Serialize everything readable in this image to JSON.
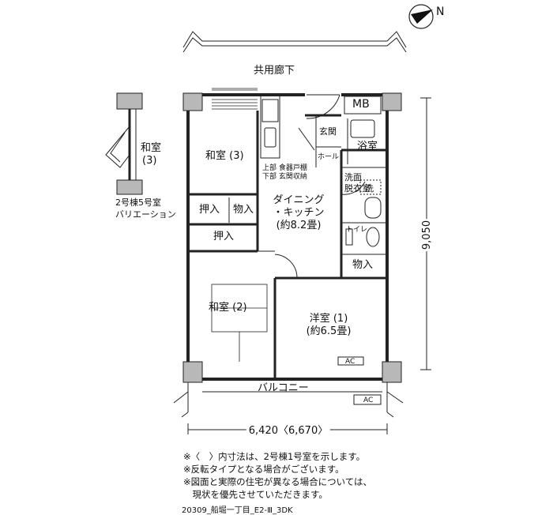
{
  "compass": {
    "label": "N"
  },
  "corridor": {
    "label": "共用廊下"
  },
  "rooms": {
    "mb": "MB",
    "washitsu3": "和室 (3)",
    "genkan": "玄関",
    "hall": "ホール",
    "yokushitsu": "浴室",
    "shelf_line1": "上部 食器戸棚",
    "shelf_line2": "下部 玄関収納",
    "senmen_line1": "洗面",
    "senmen_line2": "脱衣室",
    "sen": "洗",
    "dk_line1": "ダイニング",
    "dk_line2": "・キッチン",
    "dk_line3": "(約8.2畳)",
    "oshiire1": "押入",
    "monoire1": "物入",
    "toilet": "トイレ",
    "oshiire2": "押入",
    "monoire2": "物入",
    "washitsu2": "和室 (2)",
    "yoshitsu1_line1": "洋室 (1)",
    "yoshitsu1_line2": "(約6.5畳)",
    "ac1": "AC",
    "balcony": "バルコニー",
    "ac2": "AC"
  },
  "variation": {
    "room_line1": "和室",
    "room_line2": "(3)",
    "caption_line1": "2号棟5号室",
    "caption_line2": "バリエーション"
  },
  "dimensions": {
    "width": "6,420〈6,670〉",
    "depth": "9,050"
  },
  "notes": [
    "※〈　〉内寸法は、2号棟1号室を示します。",
    "※反転タイプとなる場合がございます。",
    "※図面と実際の住宅が異なる場合については、",
    "　現状を優先させていただきます。"
  ],
  "footer": "20309_船堀一丁目_E2-Ⅲ_3DK"
}
